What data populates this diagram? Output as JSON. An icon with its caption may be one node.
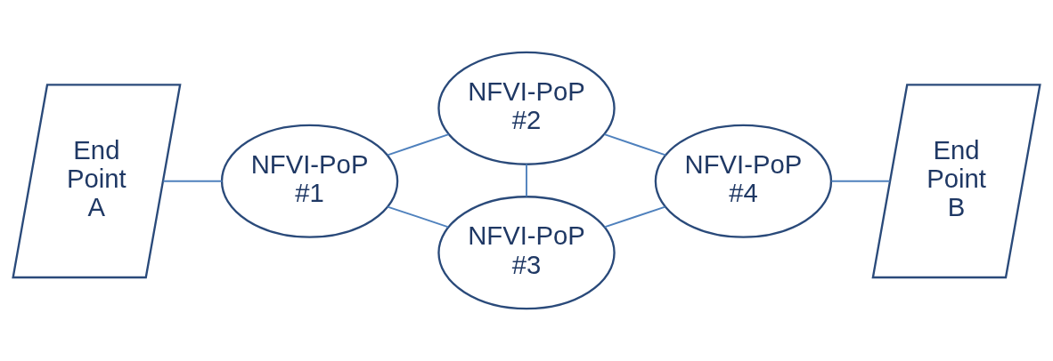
{
  "diagram": {
    "nodes": [
      {
        "text": [
          "End Point A"
        ]
      },
      {
        "text": [
          "NFVI-PoP #1"
        ]
      },
      {
        "text": [
          "NFVI-PoP #2"
        ]
      },
      {
        "text": [
          "NFVI-PoP #3"
        ]
      },
      {
        "text": [
          "NFVI-PoP #4"
        ]
      },
      {
        "text": [
          "End Point B"
        ]
      }
    ],
    "edges": [
      {
        "from": 0,
        "to": 1,
        "arrow": "none"
      },
      {
        "from": 1,
        "to": 2,
        "arrow": "none"
      },
      {
        "from": 1,
        "to": 3,
        "arrow": "none"
      },
      {
        "from": 2,
        "to": 3,
        "arrow": "none"
      },
      {
        "from": 2,
        "to": 4,
        "arrow": "none"
      },
      {
        "from": 4,
        "to": 3,
        "arrow": "none"
      },
      {
        "from": 4,
        "to": 5,
        "arrow": "none"
      }
    ]
  }
}
